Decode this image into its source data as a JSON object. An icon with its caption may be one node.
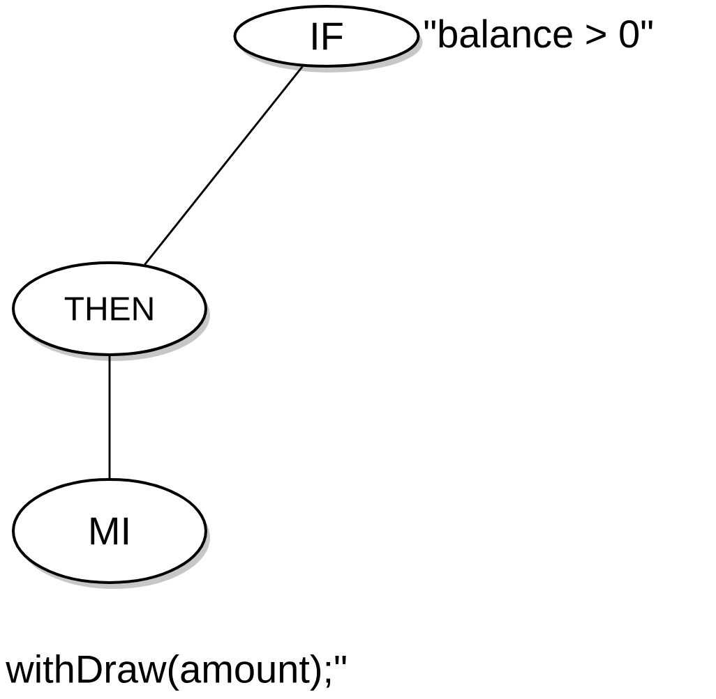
{
  "diagram": {
    "nodes": [
      {
        "text": [
          "IF"
        ],
        "beside": [
          "\"balance > 0\""
        ]
      },
      {
        "text": [
          "THEN"
        ]
      },
      {
        "text": [
          "MI"
        ],
        "beside": [
          "withDraw(amount);\""
        ]
      }
    ],
    "edges": [
      {
        "from": 0,
        "to": 1,
        "arrow": "none"
      },
      {
        "from": 1,
        "to": 2,
        "arrow": "none"
      }
    ]
  }
}
